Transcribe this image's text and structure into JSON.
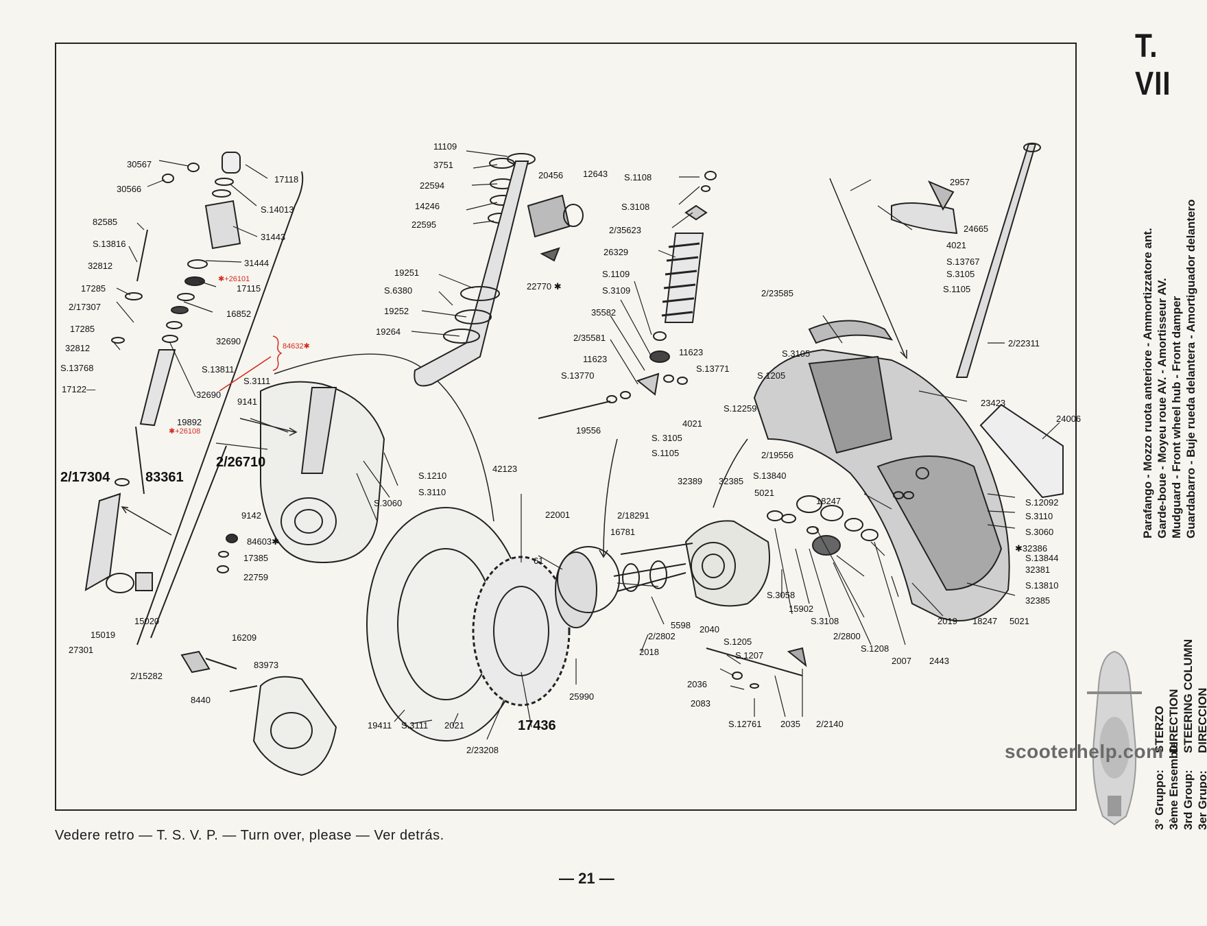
{
  "header": {
    "table_id": "T. VII"
  },
  "legend": {
    "lines": [
      "Parafango - Mozzo ruota anteriore - Ammortizzatore ant.",
      "Garde-boue - Moyeu roue AV. - Amortisseur AV.",
      "Mudguard - Front wheel hub - Front damper",
      "Guardabarro - Buje rueda delantera - Amortiguador delantero"
    ]
  },
  "group": {
    "rows": [
      {
        "label": "3° Gruppo:",
        "value": "STERZO"
      },
      {
        "label": "3ème Ensemble:",
        "value": "DIRECTION"
      },
      {
        "label": "3rd Group:",
        "value": "STEERING COLUMN"
      },
      {
        "label": "3er Grupo:",
        "value": "DIRECCION"
      }
    ]
  },
  "footer": {
    "note": "Vedere retro — T. S. V. P. — Turn over, please — Ver detrás.",
    "page": "— 21 —"
  },
  "watermark": "scooterhelp.com",
  "parts": {
    "p30567": "30567",
    "p30566": "30566",
    "p17118": "17118",
    "pS14013": "S.14013",
    "p82585": "82585",
    "p31443": "31443",
    "pS13816": "S.13816",
    "p31444": "31444",
    "p32812a": "32812",
    "p26101": "✱+26101",
    "p17115": "17115",
    "p17285a": "17285",
    "p2_17307": "2/17307",
    "p16852": "16852",
    "p17285b": "17285",
    "p32690a": "32690",
    "p84632": "84632✱",
    "p32812b": "32812",
    "pS13811": "S.13811",
    "pS13768": "S.13768",
    "p17122": "17122—",
    "p32690b": "32690",
    "p19892": "19892",
    "p26108": "✱+26108",
    "pS3111a": "S.3111",
    "p9141": "9141",
    "p2_26710": "2/26710",
    "p2_17304": "2/17304",
    "p83361": "83361",
    "pS1210": "S.1210",
    "pS3110a": "S.3110",
    "pS3060a": "S.3060",
    "p9142": "9142",
    "p84603": "84603✱",
    "p17385": "17385",
    "p22759": "22759",
    "p15020": "15020",
    "p15019": "15019",
    "p27301": "27301",
    "p16209": "16209",
    "p2_15282": "2/15282",
    "p83973": "83973",
    "p8440": "8440",
    "p11109": "11109",
    "p3751": "3751",
    "p22594": "22594",
    "p14246": "14246",
    "p22595": "22595",
    "p20456": "20456",
    "p12643": "12643",
    "p22770": "22770 ✱",
    "p19251": "19251",
    "pS6380": "S.6380",
    "p19252": "19252",
    "p19264": "19264",
    "pS1108": "S.1108",
    "pS3108a": "S.3108",
    "p2_35623": "2/35623",
    "p26329": "26329",
    "pS1109": "S.1109",
    "pS3109": "S.3109",
    "p35582": "35582",
    "p2_35581": "2/35581",
    "p11623a": "11623",
    "p11623b": "11623",
    "pS13770": "S.13770",
    "pS13771": "S.13771",
    "p19556": "19556",
    "p42123": "42123",
    "p22001": "22001",
    "p61": "61",
    "p16781": "16781",
    "p2_18291": "2/18291",
    "p5598": "5598",
    "p2_2802": "2/2802",
    "p2018": "2018",
    "p25990": "25990",
    "p19411": "19411",
    "pS3111b": "S.3111",
    "p2021": "2021",
    "p17436": "17436",
    "p2_23208": "2/23208",
    "p2040": "2040",
    "pS1205a": "S.1205",
    "pS1207": "S.1207",
    "p2036": "2036",
    "p2083": "2083",
    "pS12761": "S.12761",
    "p2035": "2035",
    "p2_2140": "2/2140",
    "p2957": "2957",
    "p24665": "24665",
    "p4021a": "4021",
    "pS13767": "S.13767",
    "pS3105a": "S.3105",
    "pS1105a": "S.1105",
    "p2_23585": "2/23585",
    "p2_22311": "2/22311",
    "pS3105b": "S.3105",
    "pS1205b": "S.1205",
    "p23423": "23423",
    "p24006": "24006",
    "pS12259": "S.12259",
    "p4021b": "4021",
    "pS3105c": "S. 3105",
    "pS1105b": "S.1105",
    "p2_19556": "2/19556",
    "p32389": "32389",
    "p32385a": "32385",
    "pS13840": "S.13840",
    "p5021a": "5021",
    "p18247a": "18247",
    "pS12092": "S.12092",
    "pS3110b": "S.3110",
    "pS3060b": "S.3060",
    "p32386": "✱32386",
    "pS13844": "S.13844",
    "p32381": "32381",
    "pS13810": "S.13810",
    "p32385b": "32385",
    "pS3058": "S.3058",
    "p15902": "15902",
    "pS3108b": "S.3108",
    "p2_2800": "2/2800",
    "pS1208": "S.1208",
    "p2007": "2007",
    "p2443": "2443",
    "p2019": "2019",
    "p18247b": "18247",
    "p5021b": "5021"
  }
}
